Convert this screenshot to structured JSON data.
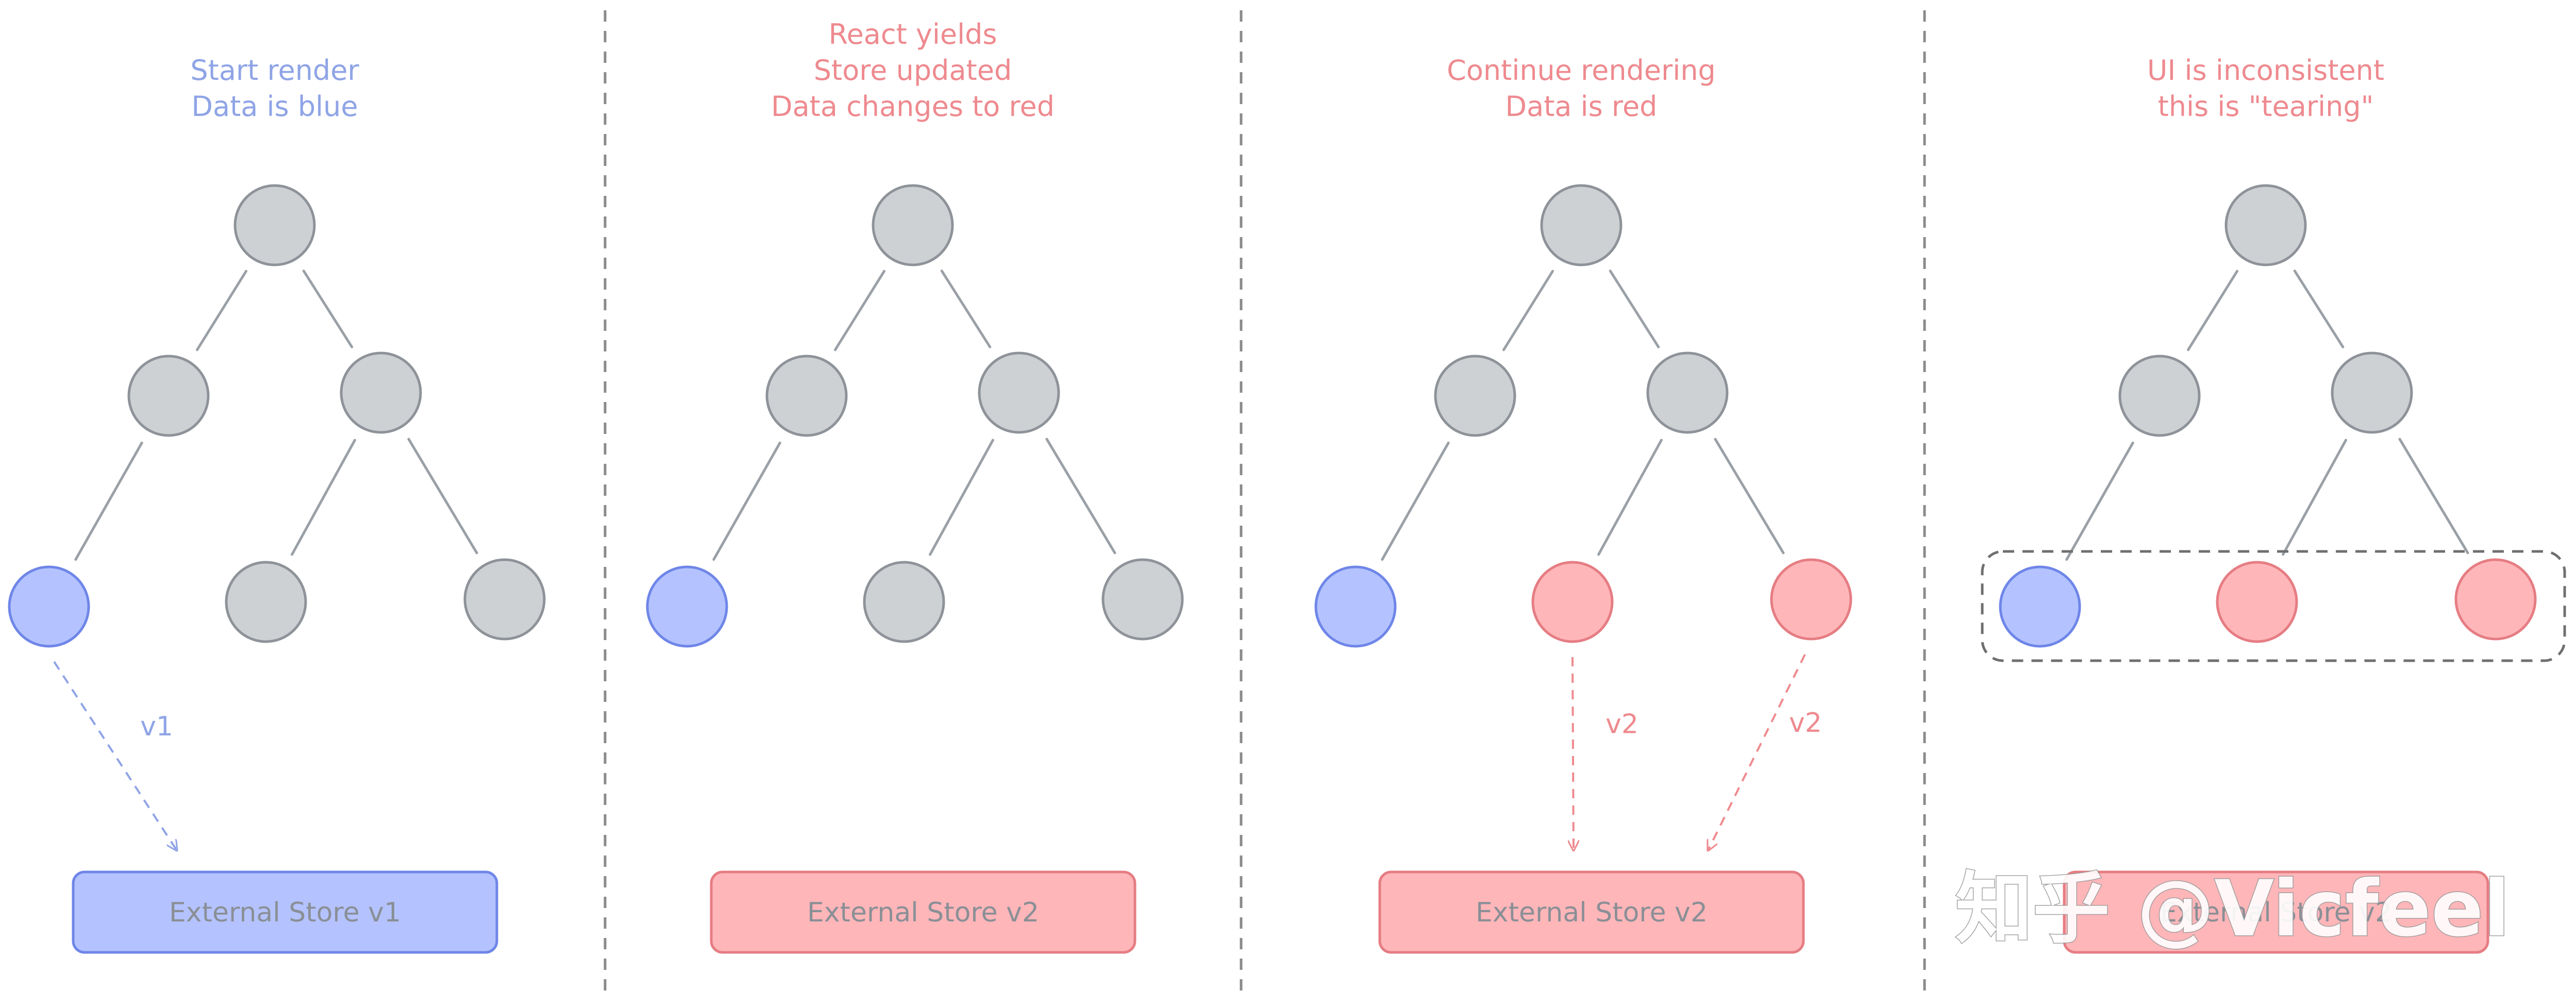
{
  "colors": {
    "blue_fill": "#b4c3ff",
    "blue_stroke": "#6f86e8",
    "blue_text": "#8fa4e6",
    "red_fill": "#ffb6b9",
    "red_stroke": "#e57d83",
    "red_text": "#ee8a8f",
    "gray_fill": "#ced1d4",
    "gray_stroke": "#8e9399",
    "edge": "#9aa0a6",
    "divider": "#8a8a8a",
    "store_text": "#8a8f96",
    "watermark": "#ffffff"
  },
  "panels": [
    {
      "caption": [
        "Start render",
        "Data is blue"
      ],
      "caption_color": "blue",
      "leaves": [
        "blue",
        "gray",
        "gray"
      ],
      "store": {
        "label": "External Store v1",
        "color": "blue"
      },
      "arrows": [
        {
          "label": "v1",
          "from_leaf": 0,
          "color": "blue"
        }
      ],
      "group_box": false
    },
    {
      "caption": [
        "React yields",
        "Store updated",
        "Data changes to red"
      ],
      "caption_color": "red",
      "leaves": [
        "blue",
        "gray",
        "gray"
      ],
      "store": {
        "label": "External Store v2",
        "color": "red"
      },
      "arrows": [],
      "group_box": false
    },
    {
      "caption": [
        "Continue rendering",
        "Data is red"
      ],
      "caption_color": "red",
      "leaves": [
        "blue",
        "red",
        "red"
      ],
      "store": {
        "label": "External Store v2",
        "color": "red"
      },
      "arrows": [
        {
          "label": "v2",
          "from_leaf": 1,
          "color": "red"
        },
        {
          "label": "v2",
          "from_leaf": 2,
          "color": "red"
        }
      ],
      "group_box": false
    },
    {
      "caption": [
        "UI is inconsistent",
        "this is \"tearing\""
      ],
      "caption_color": "red",
      "leaves": [
        "blue",
        "red",
        "red"
      ],
      "store": {
        "label": "External Store v2",
        "color": "red"
      },
      "arrows": [],
      "group_box": true
    }
  ],
  "watermark": "知乎 @Vicfeel"
}
